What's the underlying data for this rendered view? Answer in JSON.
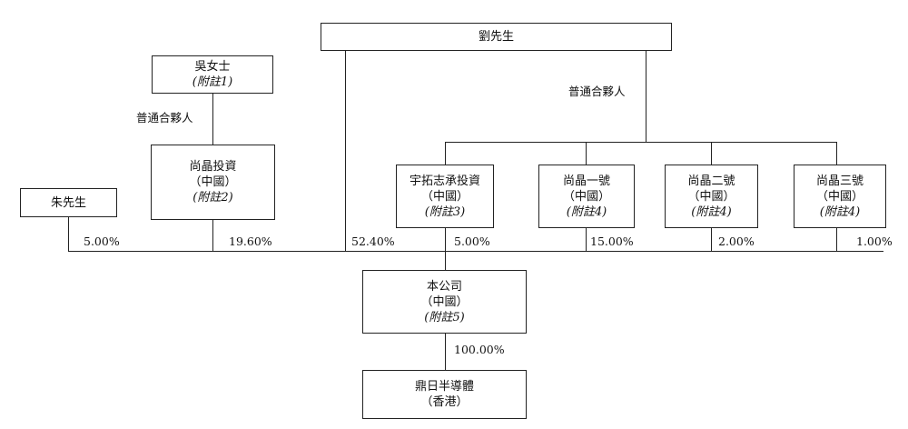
{
  "boxes": {
    "liu": {
      "lines": [
        "劉先生"
      ]
    },
    "wu": {
      "lines": [
        "吳女士",
        "(附註1)"
      ]
    },
    "zhu": {
      "lines": [
        "朱先生"
      ]
    },
    "shangjing_invest": {
      "lines": [
        "尚晶投資",
        "（中國）",
        "(附註2)"
      ]
    },
    "yutuo": {
      "lines": [
        "宇拓志承投資",
        "（中國）",
        "(附註3)"
      ]
    },
    "shangjing_1": {
      "lines": [
        "尚晶一號",
        "（中國）",
        "(附註4)"
      ]
    },
    "shangjing_2": {
      "lines": [
        "尚晶二號",
        "（中國）",
        "(附註4)"
      ]
    },
    "shangjing_3": {
      "lines": [
        "尚晶三號",
        "（中國）",
        "(附註4)"
      ]
    },
    "company": {
      "lines": [
        "本公司",
        "（中國）",
        "(附註5)"
      ]
    },
    "dingri": {
      "lines": [
        "鼎日半導體",
        "（香港）"
      ]
    }
  },
  "labels": {
    "gp_left": "普通合夥人",
    "gp_right": "普通合夥人",
    "pct_zhu": "5.00%",
    "pct_shangjing_invest": "19.60%",
    "pct_liu": "52.40%",
    "pct_yutuo": "5.00%",
    "pct_shangjing_1": "15.00%",
    "pct_shangjing_2": "2.00%",
    "pct_shangjing_3": "1.00%",
    "pct_dingri": "100.00%"
  }
}
